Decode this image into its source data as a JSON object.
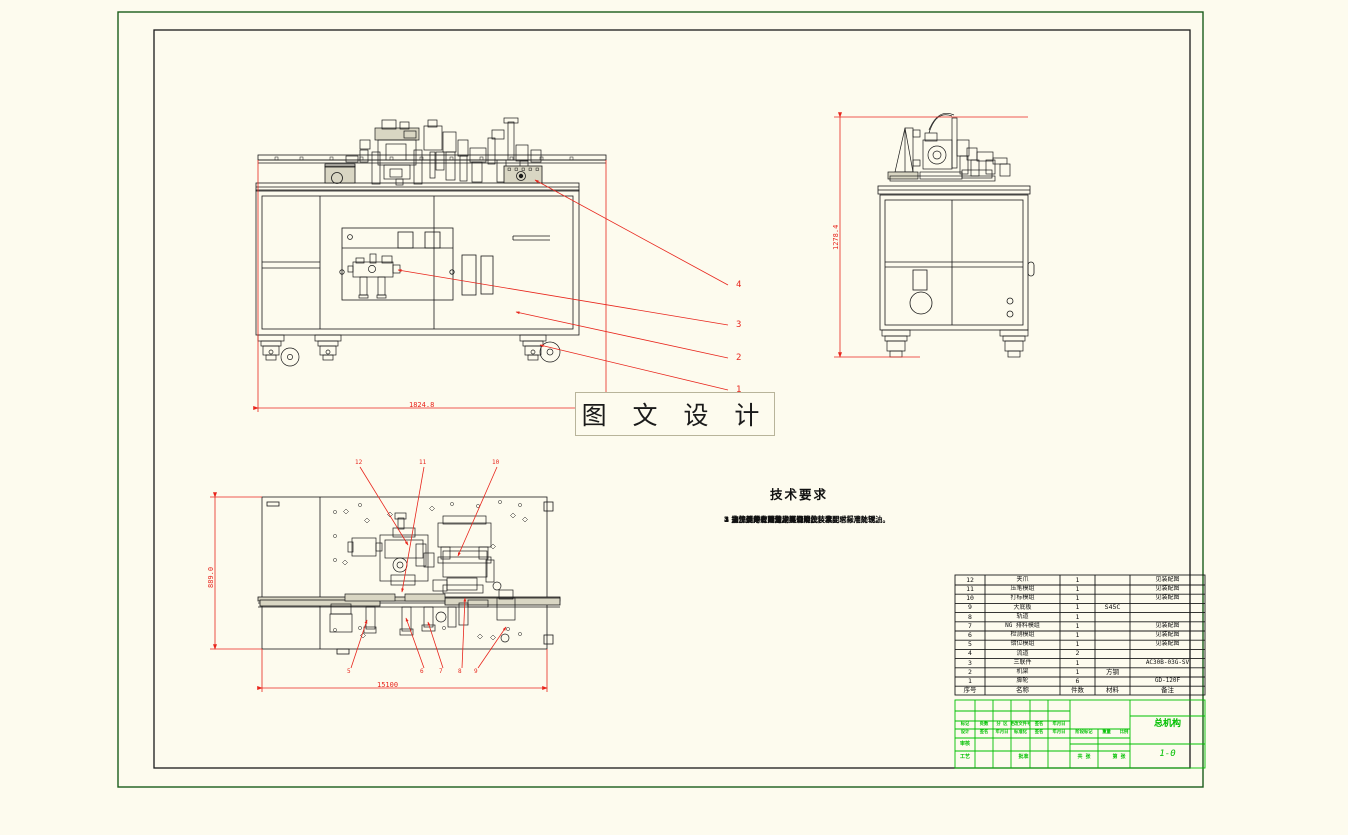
{
  "document": {
    "type": "CAD assembly drawing",
    "watermark": "图 文 设 计",
    "sheet_bg_color": "#fdfbee",
    "line_color": "#1a1a1a",
    "dimension_color": "#e8251c",
    "titleblock_color": "#00c000"
  },
  "views": {
    "front": {
      "name": "front-elevation",
      "dimension_width": "1824.8",
      "callouts": [
        "4",
        "3",
        "2",
        "1"
      ]
    },
    "side": {
      "name": "side-elevation",
      "dimension_height": "1278.4"
    },
    "plan": {
      "name": "plan-view",
      "dimension_width": "15100",
      "dimension_height": "889.0",
      "callouts_top": [
        "12",
        "11",
        "10"
      ],
      "callouts_bottom": [
        "5",
        "6",
        "7",
        "8",
        "9"
      ]
    }
  },
  "technical_requirements": {
    "title": "技术要求",
    "items": [
      "1 加工后所有零件用煤油清洗，装配时采用防锈油。",
      "2 未注倒角、圆角、阻焊处按技术要求标准处理。",
      "3 铸件要时效处理。",
      "4 夹爪处的上下运动要有限位装置。",
      "5 主加工件表面做发黑处理。"
    ]
  },
  "parts_list": {
    "headers": [
      "序号",
      "名称",
      "件数",
      "材料",
      "备注"
    ],
    "rows": [
      {
        "no": "12",
        "name": "夹爪",
        "qty": "1",
        "material": "",
        "remark": "见装配图"
      },
      {
        "no": "11",
        "name": "压笔模组",
        "qty": "1",
        "material": "",
        "remark": "见装配图"
      },
      {
        "no": "10",
        "name": "打标模组",
        "qty": "1",
        "material": "",
        "remark": "见装配图"
      },
      {
        "no": "9",
        "name": "大底板",
        "qty": "1",
        "material": "S45C",
        "remark": ""
      },
      {
        "no": "8",
        "name": "轨道",
        "qty": "1",
        "material": "",
        "remark": ""
      },
      {
        "no": "7",
        "name": "NG 排料模组",
        "qty": "1",
        "material": "",
        "remark": "见装配图"
      },
      {
        "no": "6",
        "name": "检测模组",
        "qty": "1",
        "material": "",
        "remark": "见装配图"
      },
      {
        "no": "5",
        "name": "错位模组",
        "qty": "1",
        "material": "",
        "remark": "见装配图"
      },
      {
        "no": "4",
        "name": "流道",
        "qty": "2",
        "material": "",
        "remark": ""
      },
      {
        "no": "3",
        "name": "三联件",
        "qty": "1",
        "material": "",
        "remark": "AC30B-03G-SV"
      },
      {
        "no": "2",
        "name": "机架",
        "qty": "1",
        "material": "方钢",
        "remark": ""
      },
      {
        "no": "1",
        "name": "脚轮",
        "qty": "6",
        "material": "",
        "remark": "GD-120F"
      }
    ]
  },
  "title_block": {
    "drawing_name": "总机构",
    "drawing_number": "1-0",
    "rev_headers": [
      "标记",
      "处数",
      "分 区",
      "更改文件号",
      "签名",
      "年月日"
    ],
    "design_headers": [
      "设计",
      "签名",
      "年月日",
      "标准化",
      "签名",
      "年月日"
    ],
    "stage_headers": [
      "阶段标记",
      "重量",
      "比例"
    ],
    "left_labels": [
      "审核",
      "工艺"
    ],
    "bottom_labels": [
      "批准",
      "共 张",
      "第 张"
    ]
  }
}
